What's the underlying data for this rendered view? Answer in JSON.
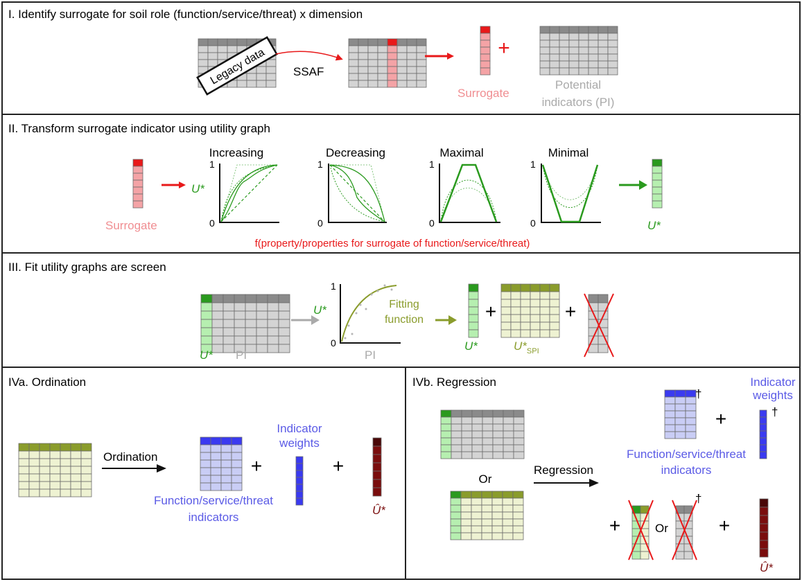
{
  "colors": {
    "red": "#e8191a",
    "pink": "#f4a3a6",
    "pink_text": "#f08e92",
    "gray_text": "#aaaaaa",
    "green": "#2a9a1e",
    "light_green": "#b6efb0",
    "olive": "#8a9c2c",
    "olive_light": "#eef2d2",
    "blue_text": "#5b5be6",
    "blue_dark": "#3a3af0",
    "blue_light": "#c9cdf5",
    "dark_red": "#7a0d0d",
    "table_header": "#8a8a8a",
    "table_body": "#d4d4d4"
  },
  "panel1": {
    "title": "I. Identify surrogate for soil role (function/service/threat) x dimension",
    "legacy_label": "Legacy data",
    "ssaf_label": "SSAF",
    "surrogate_label": "Surrogate",
    "plus": "+",
    "pi_label_line1": "Potential",
    "pi_label_line2": "indicators (PI)"
  },
  "panel2": {
    "title": "II. Transform surrogate indicator using utility graph",
    "surrogate_label": "Surrogate",
    "u_label": "U*",
    "u_result_label": "U*",
    "caption": "f(property/properties for surrogate of function/service/threat)",
    "graphs": [
      {
        "title": "Increasing",
        "y_top": "1",
        "y_bottom": "0"
      },
      {
        "title": "Decreasing",
        "y_top": "1",
        "y_bottom": "0"
      },
      {
        "title": "Maximal",
        "y_top": "1",
        "y_bottom": "0"
      },
      {
        "title": "Minimal",
        "y_top": "1",
        "y_bottom": "0"
      }
    ]
  },
  "panel3": {
    "title": "III. Fit utility graphs are screen",
    "u_table_label": "U*",
    "pi_table_label": "PI",
    "y_top": "1",
    "y_bottom": "0",
    "graph_u_label": "U*",
    "graph_x_label": "PI",
    "fitting_line1": "Fitting",
    "fitting_line2": "function",
    "u_col_label": "U*",
    "u_spi_main": "U*",
    "u_spi_sub": "SPI",
    "plus": "+"
  },
  "panel4a": {
    "title": "IVa. Ordination",
    "arrow_label": "Ordination",
    "indicators_line1": "Function/service/threat",
    "indicators_line2": "indicators",
    "weights_line1": "Indicator",
    "weights_line2": "weights",
    "uhat_label": "Û*",
    "plus": "+"
  },
  "panel4b": {
    "title": "IVb. Regression",
    "or_label": "Or",
    "arrow_label": "Regression",
    "dagger": "†",
    "indicators_line1": "Function/service/threat",
    "indicators_line2": "indicators",
    "weights_line1": "Indicator",
    "weights_line2": "weights",
    "or_small": "Or",
    "uhat_label": "Û*",
    "plus": "+"
  }
}
